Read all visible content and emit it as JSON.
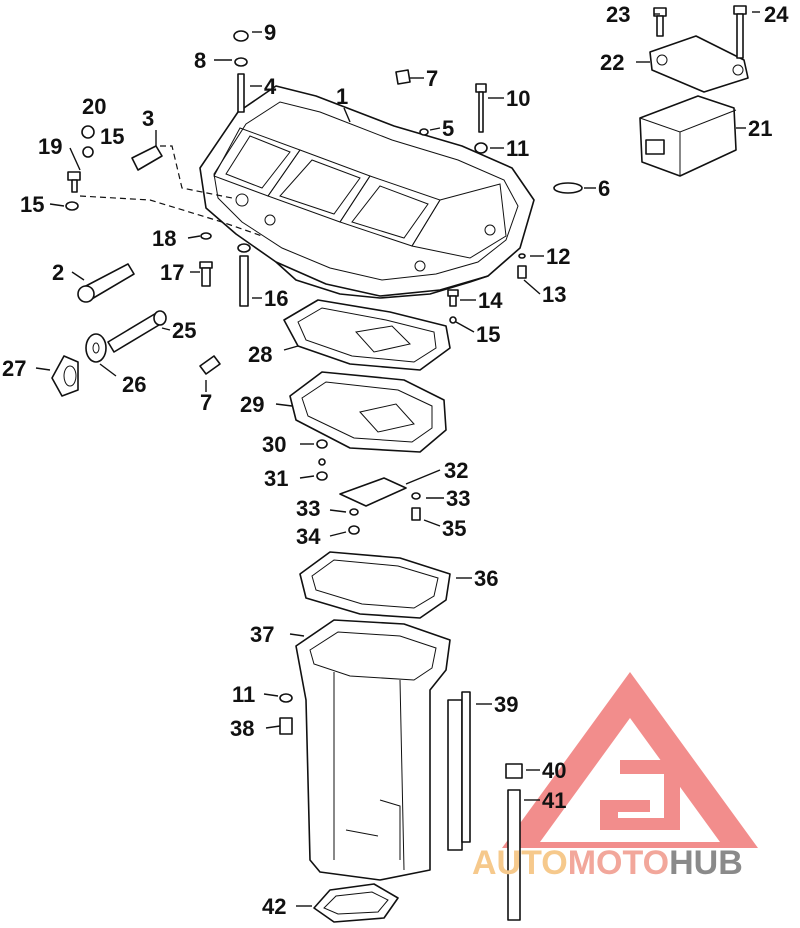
{
  "callouts": [
    {
      "id": "c1",
      "text": "1"
    },
    {
      "id": "c2",
      "text": "2"
    },
    {
      "id": "c3",
      "text": "3"
    },
    {
      "id": "c4",
      "text": "4"
    },
    {
      "id": "c5",
      "text": "5"
    },
    {
      "id": "c6",
      "text": "6"
    },
    {
      "id": "c7a",
      "text": "7"
    },
    {
      "id": "c7b",
      "text": "7"
    },
    {
      "id": "c8",
      "text": "8"
    },
    {
      "id": "c9",
      "text": "9"
    },
    {
      "id": "c10",
      "text": "10"
    },
    {
      "id": "c11a",
      "text": "11"
    },
    {
      "id": "c11b",
      "text": "11"
    },
    {
      "id": "c12",
      "text": "12"
    },
    {
      "id": "c13",
      "text": "13"
    },
    {
      "id": "c14",
      "text": "14"
    },
    {
      "id": "c15a",
      "text": "15"
    },
    {
      "id": "c15b",
      "text": "15"
    },
    {
      "id": "c15c",
      "text": "15"
    },
    {
      "id": "c16",
      "text": "16"
    },
    {
      "id": "c17",
      "text": "17"
    },
    {
      "id": "c18",
      "text": "18"
    },
    {
      "id": "c19",
      "text": "19"
    },
    {
      "id": "c20",
      "text": "20"
    },
    {
      "id": "c21",
      "text": "21"
    },
    {
      "id": "c22",
      "text": "22"
    },
    {
      "id": "c23",
      "text": "23"
    },
    {
      "id": "c24",
      "text": "24"
    },
    {
      "id": "c25",
      "text": "25"
    },
    {
      "id": "c26",
      "text": "26"
    },
    {
      "id": "c27",
      "text": "27"
    },
    {
      "id": "c28",
      "text": "28"
    },
    {
      "id": "c29",
      "text": "29"
    },
    {
      "id": "c30",
      "text": "30"
    },
    {
      "id": "c31",
      "text": "31"
    },
    {
      "id": "c32",
      "text": "32"
    },
    {
      "id": "c33a",
      "text": "33"
    },
    {
      "id": "c33b",
      "text": "33"
    },
    {
      "id": "c34",
      "text": "34"
    },
    {
      "id": "c35",
      "text": "35"
    },
    {
      "id": "c36",
      "text": "36"
    },
    {
      "id": "c37",
      "text": "37"
    },
    {
      "id": "c38",
      "text": "38"
    },
    {
      "id": "c39",
      "text": "39"
    },
    {
      "id": "c40",
      "text": "40"
    },
    {
      "id": "c41",
      "text": "41"
    },
    {
      "id": "c42",
      "text": "42"
    }
  ],
  "watermark": {
    "part1": "AUTO",
    "part2": "MOTO",
    "part3": "HUB",
    "color_auto": "#f6c98c",
    "color_moto": "#f2a79b",
    "color_hub": "#8a8a8a",
    "logo_color": "#f07a78"
  }
}
